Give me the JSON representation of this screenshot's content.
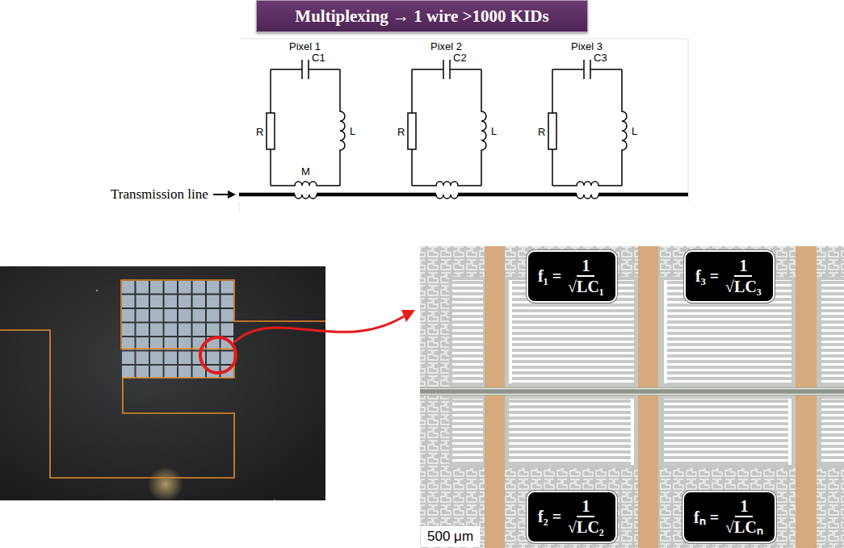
{
  "diagram": {
    "title": "Multiplexing → 1 wire >1000 KIDs",
    "nodes": [
      {
        "text": [
          "f₁ =",
          "1",
          "√LC₁"
        ]
      },
      {
        "text": [
          "f₃ =",
          "1",
          "√LC₃"
        ]
      },
      {
        "text": [
          "f₂ =",
          "1",
          "√LC₂"
        ]
      },
      {
        "text": [
          "fₙ =",
          "1",
          "√LCₙ"
        ]
      }
    ],
    "labels": [
      "Pixel 1",
      "Pixel 2",
      "Pixel 3",
      "R",
      "C1",
      "L",
      "M",
      "R",
      "C2",
      "L",
      "R",
      "C3",
      "L",
      "Transmission line",
      "500 μm"
    ]
  }
}
